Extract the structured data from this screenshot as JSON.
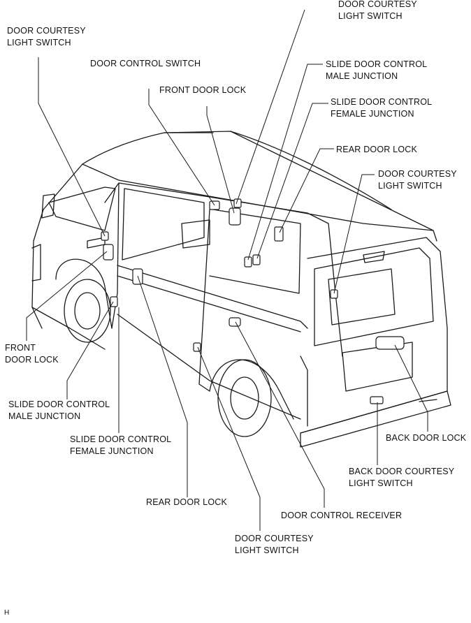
{
  "labels": {
    "door_courtesy_light_switch_top": [
      "DOOR COURTESY",
      "LIGHT SWITCH"
    ],
    "door_courtesy_light_switch_left": [
      "DOOR COURTESY",
      "LIGHT SWITCH"
    ],
    "door_control_switch": [
      "DOOR CONTROL SWITCH"
    ],
    "front_door_lock_top": [
      "FRONT DOOR LOCK"
    ],
    "slide_door_control_male_junction_top": [
      "SLIDE DOOR CONTROL",
      "MALE JUNCTION"
    ],
    "slide_door_control_female_junction_top": [
      "SLIDE DOOR CONTROL",
      "FEMALE JUNCTION"
    ],
    "rear_door_lock_top": [
      "REAR DOOR LOCK"
    ],
    "door_courtesy_light_switch_right": [
      "DOOR COURTESY",
      "LIGHT SWITCH"
    ],
    "front_door_lock_left": [
      "FRONT",
      "DOOR LOCK"
    ],
    "slide_door_control_male_junction_left": [
      "SLIDE DOOR CONTROL",
      "MALE JUNCTION"
    ],
    "slide_door_control_female_junction_bottom": [
      "SLIDE DOOR CONTROL",
      "FEMALE JUNCTION"
    ],
    "back_door_lock": [
      "BACK DOOR LOCK"
    ],
    "back_door_courtesy_light_switch": [
      "BACK DOOR COURTESY",
      "LIGHT SWITCH"
    ],
    "rear_door_lock_bottom": [
      "REAR DOOR LOCK"
    ],
    "door_control_receiver": [
      "DOOR CONTROL RECEIVER"
    ],
    "door_courtesy_light_switch_bottom": [
      "DOOR COURTESY",
      "LIGHT SWITCH"
    ]
  },
  "figure_code": "H"
}
